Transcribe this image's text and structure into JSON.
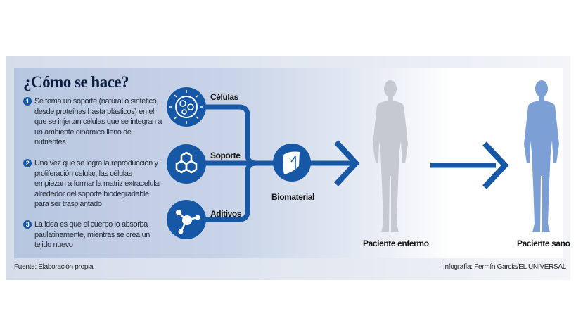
{
  "title": "¿Cómo se hace?",
  "steps": [
    {
      "number": "1",
      "text": "Se toma un soporte (natural o sintético, desde proteínas hasta plásticos) en el que se injertan células que se integran a un ambiente dinámico lleno de nutrientes"
    },
    {
      "number": "2",
      "text": "Una vez que se logra la reproducción y proliferación celular, las células empiezan a formar la matriz extracelular alrededor del soporte biodegradable para ser trasplantado"
    },
    {
      "number": "3",
      "text": "La idea es que el cuerpo lo absorba paulatinamente, mientras se crea un tejido nuevo"
    }
  ],
  "inputs": [
    {
      "label": "Células",
      "icon": "cell-icon"
    },
    {
      "label": "Soporte",
      "icon": "hexagon-lattice-icon"
    },
    {
      "label": "Aditivos",
      "icon": "molecule-icon"
    }
  ],
  "biomaterial_label": "Biomaterial",
  "patients": {
    "sick": "Paciente enfermo",
    "healthy": "Paciente sano"
  },
  "source": "Fuente: Elaboración propia",
  "credit": "Infografía: Fermín García/EL UNIVERSAL",
  "colors": {
    "primary": "#1657a6",
    "sick": "#c4c9d2",
    "healthy": "#7c9fd6"
  }
}
